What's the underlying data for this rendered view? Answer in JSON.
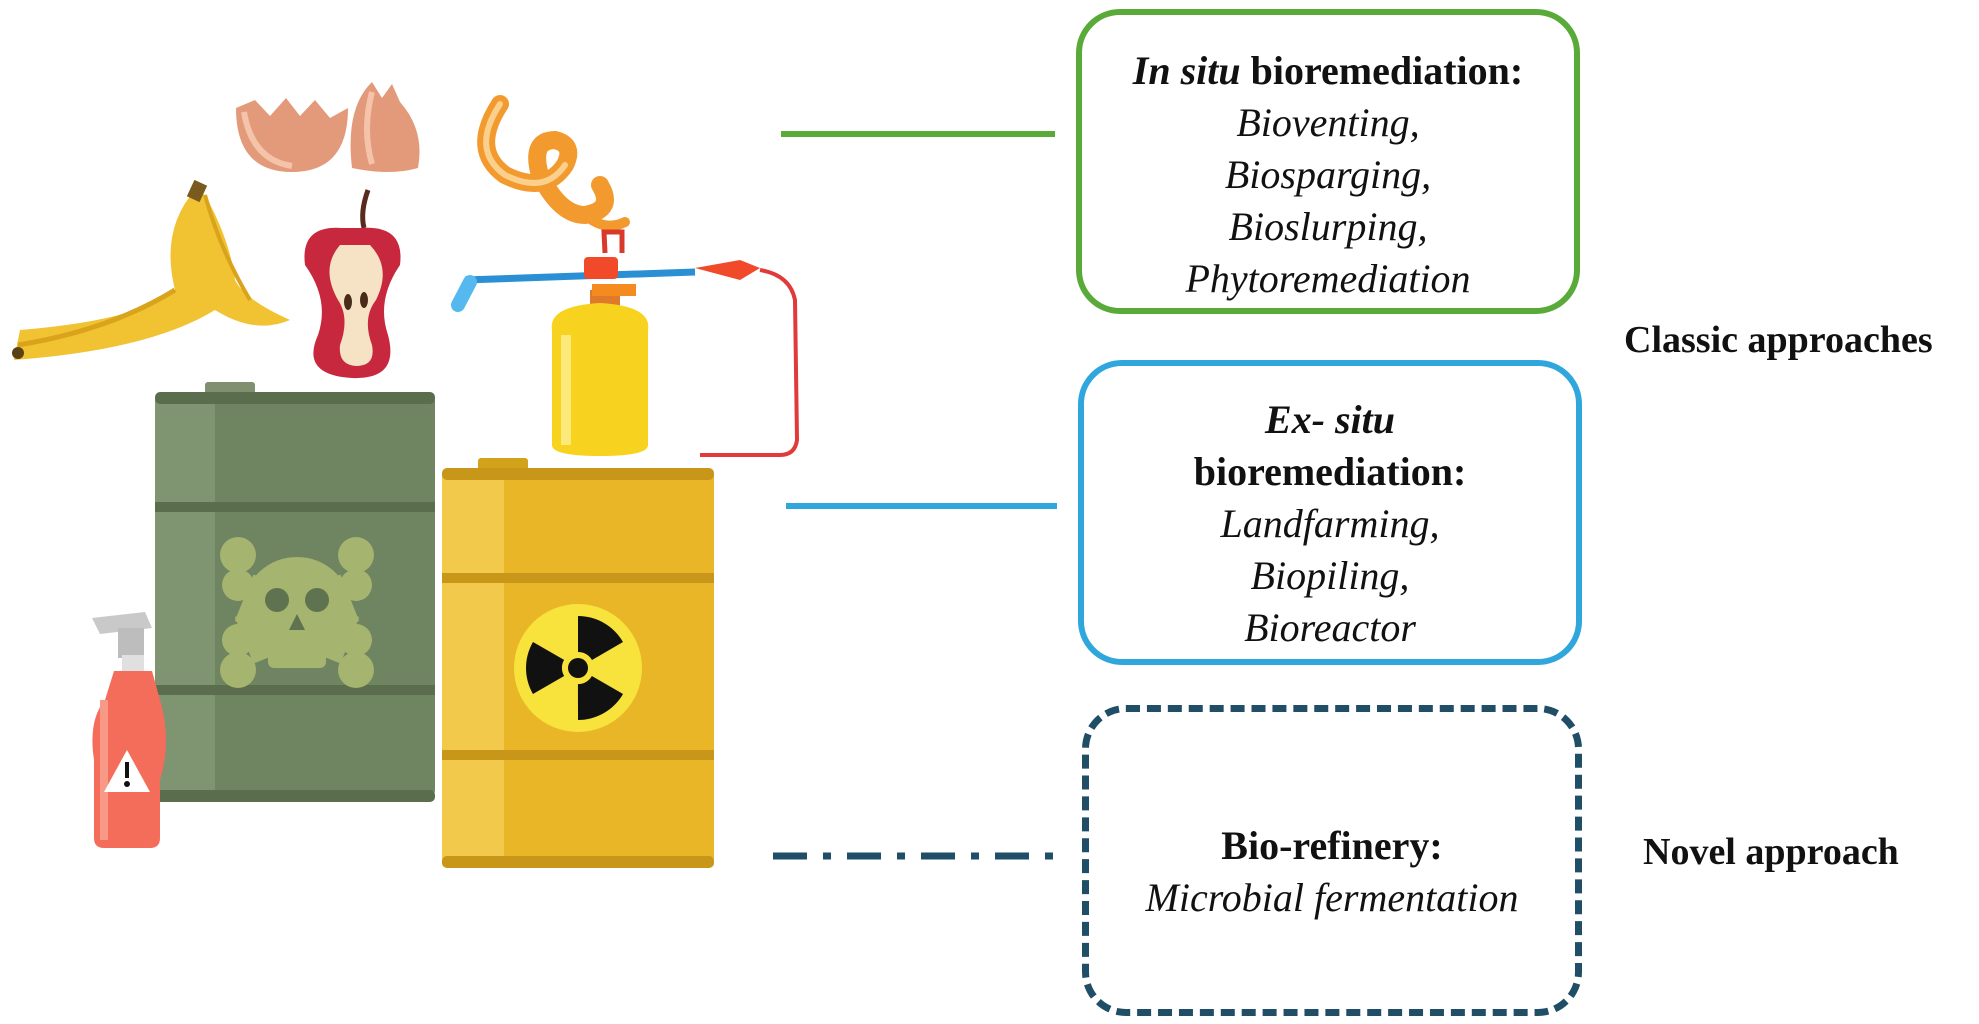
{
  "insitu": {
    "title_italic": "In situ",
    "title_rest": " bioremediation:",
    "methods": [
      "Bioventing,",
      "Biosparging,",
      "Bioslurping,",
      "Phytoremediation"
    ]
  },
  "exsitu": {
    "title_italic": "Ex- situ",
    "title_line2": "bioremediation:",
    "methods": [
      "Landfarming,",
      "Biopiling,",
      "Bioreactor"
    ]
  },
  "biorefinery": {
    "title": "Bio-refinery:",
    "method": "Microbial fermentation"
  },
  "labels": {
    "classic": "Classic approaches",
    "novel": "Novel approach"
  },
  "colors": {
    "insitu": "#5aaa3a",
    "exsitu": "#2fa6dc",
    "biorefinery": "#1f4e66",
    "toxic_barrel": "#6f8461",
    "radioactive_barrel": "#e8b626"
  },
  "icons": [
    "egg-shell-icon",
    "orange-peel-icon",
    "banana-peel-icon",
    "apple-core-icon",
    "pesticide-sprayer-icon",
    "toxic-barrel-icon",
    "radioactive-barrel-icon",
    "spray-bottle-icon"
  ]
}
